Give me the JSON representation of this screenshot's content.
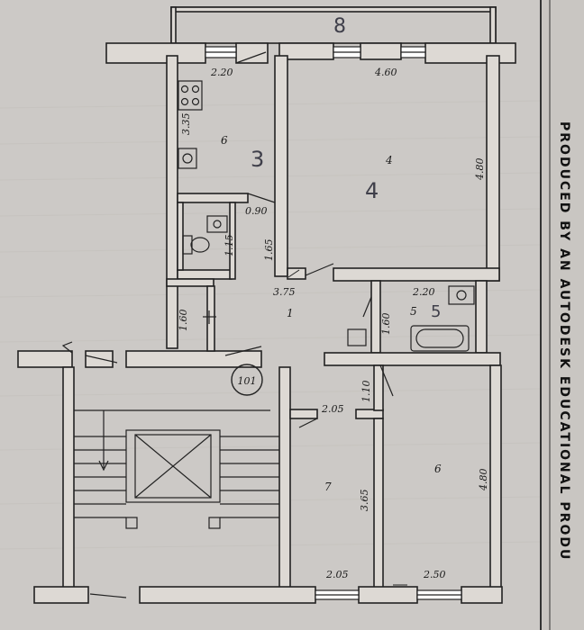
{
  "watermark": "PRODUCED BY AN AUTODESK EDUCATIONAL PRODU",
  "apartment_number": "101",
  "rooms": {
    "balcony": "8",
    "kitchen": "6",
    "living_room": "4",
    "hall": "1",
    "bathroom": "5",
    "bedroom_small": "7",
    "bedroom_large": "6"
  },
  "handwritten": {
    "kitchen": "3",
    "living_room": "4",
    "bathroom": "5"
  },
  "dimensions": {
    "kitchen_width": "2.20",
    "kitchen_length": "3.35",
    "living_width": "4.60",
    "living_length": "4.80",
    "wc_door": "0.90",
    "wc_length": "1.15",
    "hall_length": "1.65",
    "hall_width": "3.75",
    "corridor": "1.60",
    "bath_width": "2.20",
    "bath_length": "1.60",
    "bedroom_door": "1.10",
    "bedroom_small_width": "2.05",
    "bedroom_small_length": "3.65",
    "bedroom_large_length": "4.80",
    "window_small": "2.05",
    "window_large": "2.50"
  }
}
